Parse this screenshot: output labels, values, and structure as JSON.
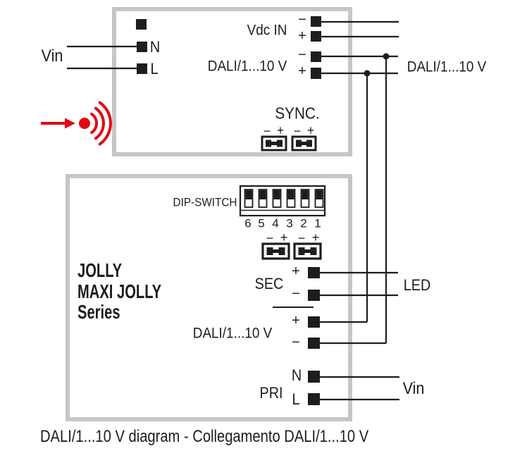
{
  "symbols": {
    "plus": "+",
    "minus": "−"
  },
  "colors": {
    "line": "#1d1d1b",
    "box_border": "#c6c6c6",
    "accent_red": "#e30613"
  },
  "upper_box": {
    "vin_label": "Vin",
    "neutral_label": "N",
    "line_label": "L",
    "vdc_in_label": "Vdc IN",
    "dali_label": "DALI/1...10 V",
    "dali_out_label": "DALI/1...10 V",
    "sync_label": "SYNC."
  },
  "lower_box": {
    "dip_switch_label": "DIP-SWITCH",
    "dip_numbers": [
      "6",
      "5",
      "4",
      "3",
      "2",
      "1"
    ],
    "series_lines": [
      "JOLLY",
      "MAXI JOLLY",
      "Series"
    ],
    "sec_label": "SEC",
    "led_label": "LED",
    "dali_label": "DALI/1...10 V",
    "pri_label": "PRI",
    "neutral_label": "N",
    "line_label": "L",
    "vin_label": "Vin"
  },
  "caption": "DALI/1...10 V diagram - Collegamento DALI/1...10 V"
}
